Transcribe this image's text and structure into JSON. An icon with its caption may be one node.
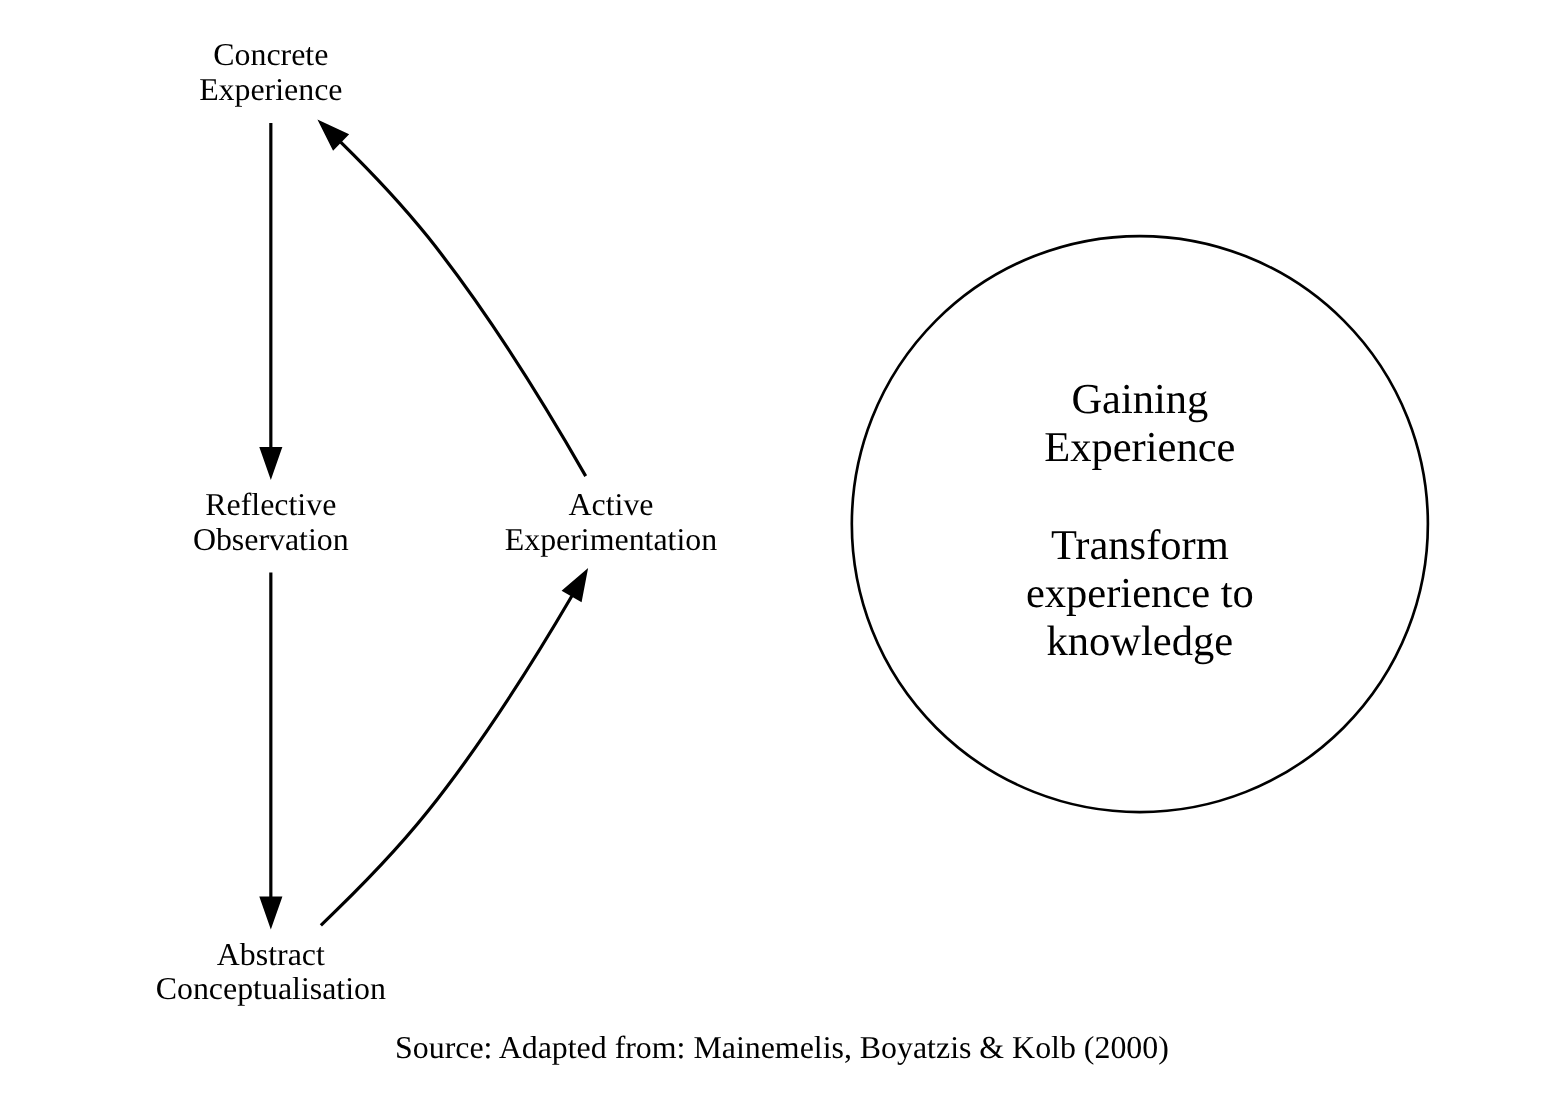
{
  "diagram": {
    "caption": "Source: Adapted from: Mainemelis, Boyatzis & Kolb (2000)",
    "nodes": [
      {
        "text": [
          "Concrete Experience"
        ]
      },
      {
        "text": [
          "Reflective Observation"
        ]
      },
      {
        "text": [
          "Abstract Conceptualisation"
        ]
      },
      {
        "text": [
          "Active Experimentation"
        ]
      },
      {
        "text": [
          "Gaining Experience",
          "Transform experience to knowledge"
        ]
      }
    ],
    "edges": [
      {
        "from": 0,
        "to": 1,
        "arrow": "to"
      },
      {
        "from": 1,
        "to": 2,
        "arrow": "to"
      },
      {
        "from": 2,
        "to": 3,
        "arrow": "to"
      },
      {
        "from": 3,
        "to": 0,
        "arrow": "to"
      }
    ]
  }
}
